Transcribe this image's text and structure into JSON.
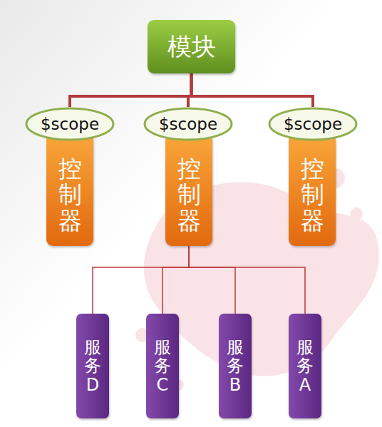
{
  "diagram": {
    "nodes": [
      {
        "text": [
          "模块"
        ]
      },
      {
        "text": [
          "$scope"
        ]
      },
      {
        "text": [
          "控制器"
        ]
      },
      {
        "text": [
          "$scope"
        ]
      },
      {
        "text": [
          "控制器"
        ]
      },
      {
        "text": [
          "$scope"
        ]
      },
      {
        "text": [
          "控制器"
        ]
      },
      {
        "text": [
          "服务D"
        ]
      },
      {
        "text": [
          "服务C"
        ]
      },
      {
        "text": [
          "服务B"
        ]
      },
      {
        "text": [
          "服务A"
        ]
      }
    ],
    "edges": [
      {
        "from": 0,
        "to": 1,
        "arrow": "none"
      },
      {
        "from": 0,
        "to": 3,
        "arrow": "none"
      },
      {
        "from": 0,
        "to": 5,
        "arrow": "none"
      },
      {
        "from": 4,
        "to": 7,
        "arrow": "none"
      },
      {
        "from": 4,
        "to": 8,
        "arrow": "none"
      },
      {
        "from": 4,
        "to": 9,
        "arrow": "none"
      },
      {
        "from": 4,
        "to": 10,
        "arrow": "none"
      }
    ]
  }
}
